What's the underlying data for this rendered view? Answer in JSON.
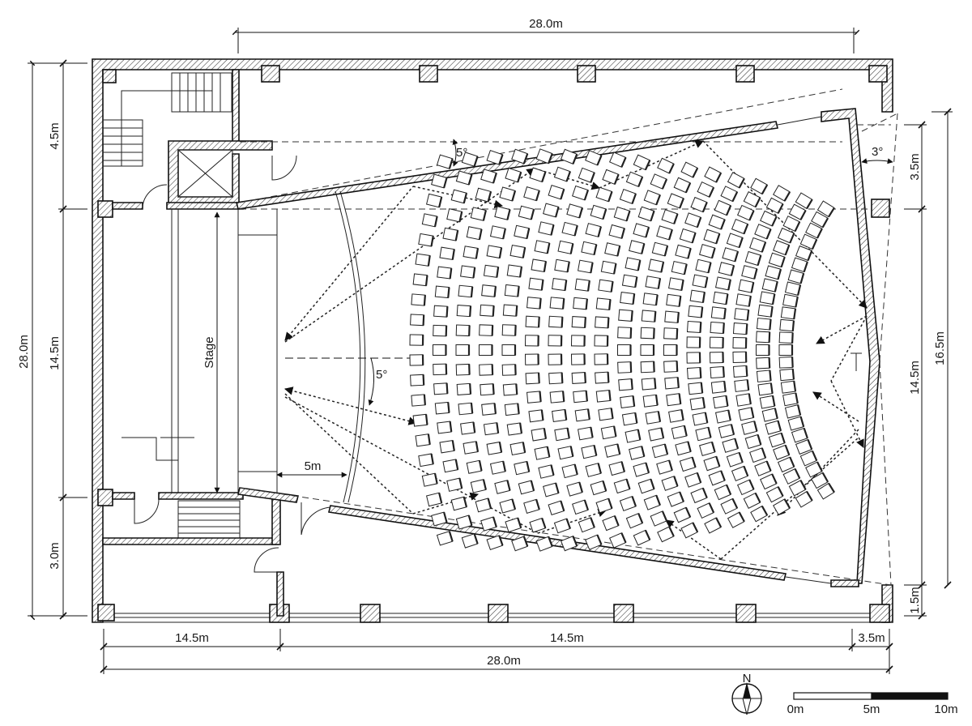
{
  "labels": {
    "stage": "Stage",
    "stage_gap": "5m",
    "rake_angle_top": "5°",
    "rake_angle_axis": "5°",
    "rear_wall_angle": "3°",
    "north": "N"
  },
  "dimensions": {
    "top": "28.0m",
    "left_outer": "28.0m",
    "left_upper": "4.5m",
    "left_middle": "14.5m",
    "left_lower": "3.0m",
    "right_upper": "3.5m",
    "right_middle": "14.5m",
    "right_overall": "16.5m",
    "right_lower": "1.5m",
    "bottom_left": "14.5m",
    "bottom_middle": "14.5m",
    "bottom_right": "3.5m",
    "bottom_overall": "28.0m"
  },
  "scale_bar": {
    "tick_0": "0m",
    "tick_5": "5m",
    "tick_10": "10m"
  },
  "seating": {
    "row_count": 17,
    "seats_per_row": [
      20,
      21,
      21,
      21,
      21,
      22,
      22,
      22,
      22,
      23,
      23,
      23,
      24,
      24,
      24,
      25,
      25
    ]
  }
}
